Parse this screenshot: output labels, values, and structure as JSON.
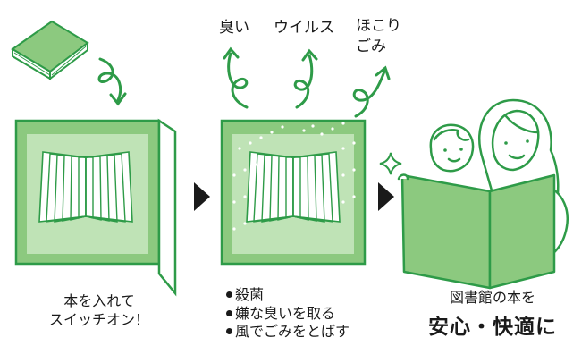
{
  "colors": {
    "green": "#8cc97f",
    "green_dark": "#2e9b48",
    "stroke": "#2e9b48",
    "text": "#1a1a1a"
  },
  "top_labels": {
    "smell": "臭い",
    "virus": "ウイルス",
    "dust_line1": "ほこり",
    "dust_line2": "ごみ"
  },
  "step1": {
    "line1": "本を入れて",
    "line2": "スイッチオン！"
  },
  "step2": {
    "bullets": [
      "殺菌",
      "嫌な臭いを取る",
      "風でごみをとばす"
    ]
  },
  "step3": {
    "line1": "図書館の本を",
    "line2": "安心・快適に"
  },
  "icons": [
    "book-icon",
    "swirl-arrow-icon",
    "sterilizer-box-icon",
    "arrow-right-icon",
    "sparkle-icon",
    "mother-child-reading-icon"
  ]
}
